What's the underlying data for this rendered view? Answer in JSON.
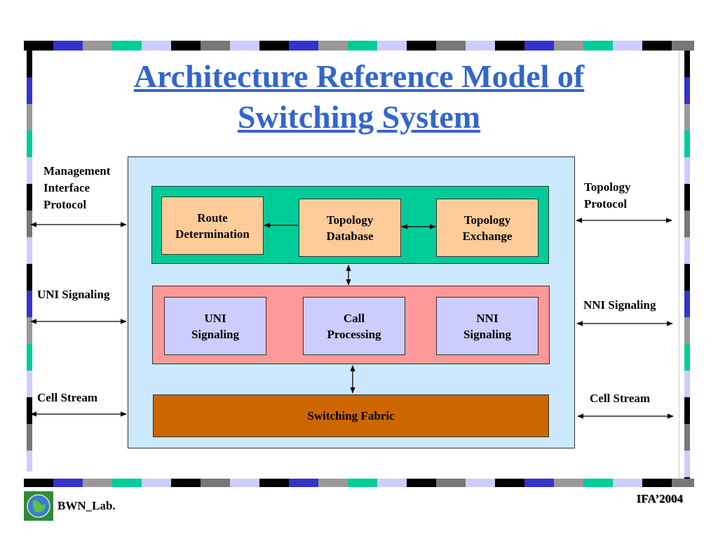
{
  "title_line1": "Architecture Reference Model of",
  "title_line2": "Switching System",
  "boxes": {
    "route": "Route\nDetermination",
    "topo_db": "Topology\nDatabase",
    "topo_ex": "Topology\nExchange",
    "uni": "UNI\nSignaling",
    "call": "Call\nProcessing",
    "nni": "NNI\nSignaling",
    "fabric": "Switching Fabric"
  },
  "left_labels": {
    "mgmt": "Management\nInterface\nProtocol",
    "uni": "UNI Signaling",
    "cell": "Cell Stream"
  },
  "right_labels": {
    "topo": "Topology\nProtocol",
    "nni": "NNI Signaling",
    "cell": "Cell Stream"
  },
  "footer": {
    "lab": "BWN_Lab.",
    "event": "IFA’2004"
  },
  "colors": {
    "title": "#3366cc",
    "outer": "#cce8fc",
    "top_band": "#00cc99",
    "mid_band": "#ff9999",
    "peach": "#ffcc99",
    "lavender": "#ccccff",
    "fabric": "#cc6600"
  }
}
